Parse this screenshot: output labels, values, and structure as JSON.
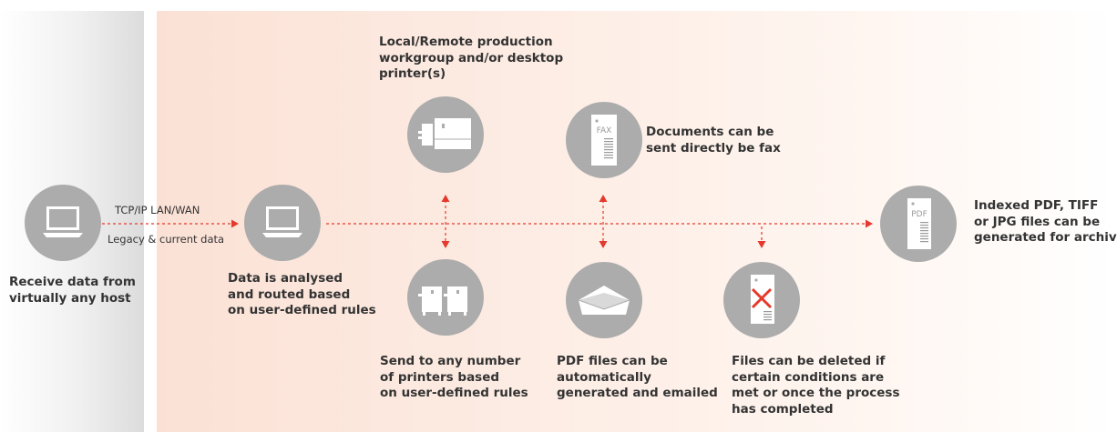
{
  "colors": {
    "accent": "#e4392c",
    "circle": "#acacac",
    "text": "#333333"
  },
  "connection": {
    "line1": "TCP/IP  LAN/WAN",
    "line2": "Legacy & current data"
  },
  "nodes": {
    "host": {
      "icon": "laptop-icon",
      "lines": [
        "Receive data from",
        "virtually any host"
      ]
    },
    "router": {
      "icon": "laptop-icon",
      "lines": [
        "Data is analysed",
        "and routed based",
        "on user-defined rules"
      ]
    },
    "printer": {
      "icon": "production-printer-icon",
      "lines": [
        "Local/Remote production",
        "workgroup and/or desktop",
        "printer(s)"
      ]
    },
    "multi_printers": {
      "icon": "printers-icon",
      "lines": [
        "Send to any number",
        "of printers based",
        "on user-defined rules"
      ]
    },
    "fax": {
      "icon": "fax-document-icon",
      "doc_text": "FAX",
      "lines": [
        "Documents can be",
        "sent directly be fax"
      ]
    },
    "email": {
      "icon": "envelope-icon",
      "lines": [
        "PDF files can be",
        "automatically",
        "generated and emailed"
      ]
    },
    "delete": {
      "icon": "deleted-document-icon",
      "lines": [
        "Files can be deleted if",
        "certain conditions are",
        "met or once the process",
        "has completed"
      ]
    },
    "archive": {
      "icon": "pdf-document-icon",
      "doc_text": "PDF",
      "lines": [
        "Indexed PDF, TIFF",
        "or JPG files can be",
        "generated for archive"
      ]
    }
  }
}
